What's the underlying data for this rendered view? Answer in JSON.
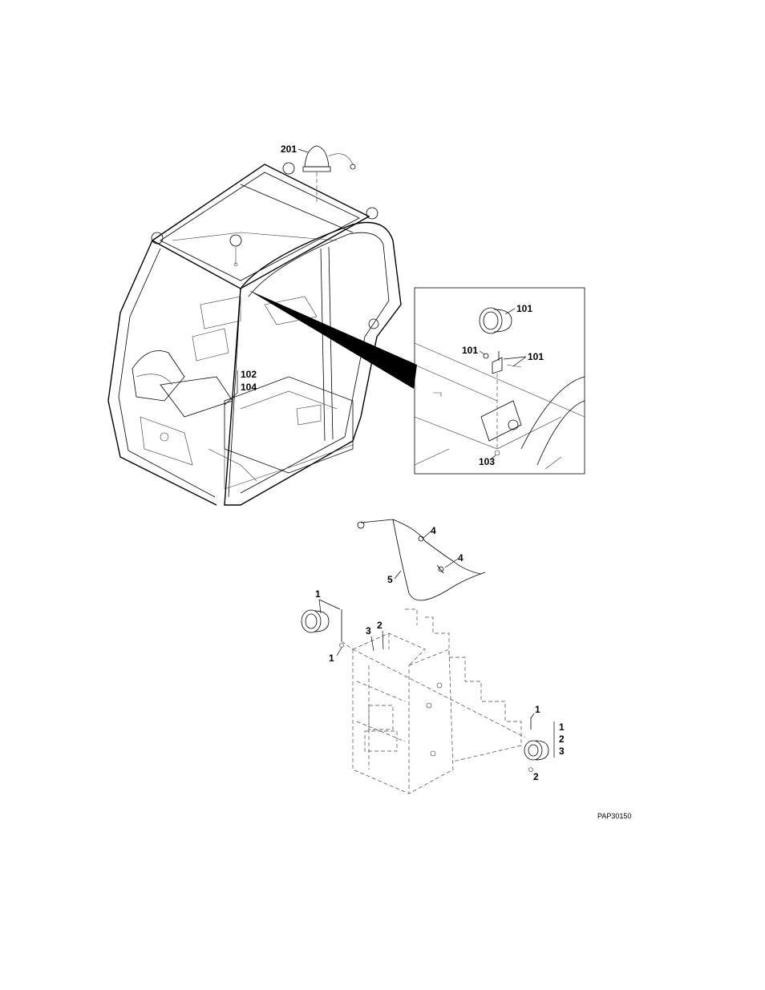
{
  "drawing": {
    "reference": "PAP30150",
    "cab_view": {
      "callouts": [
        "201",
        "102",
        "104"
      ]
    },
    "detail_view": {
      "callouts": [
        "101",
        "101",
        "101",
        "103"
      ]
    },
    "frame_view": {
      "callouts": [
        "4",
        "4",
        "5",
        "1",
        "1",
        "3",
        "2",
        "1",
        "1",
        "2",
        "3",
        "2"
      ]
    }
  }
}
